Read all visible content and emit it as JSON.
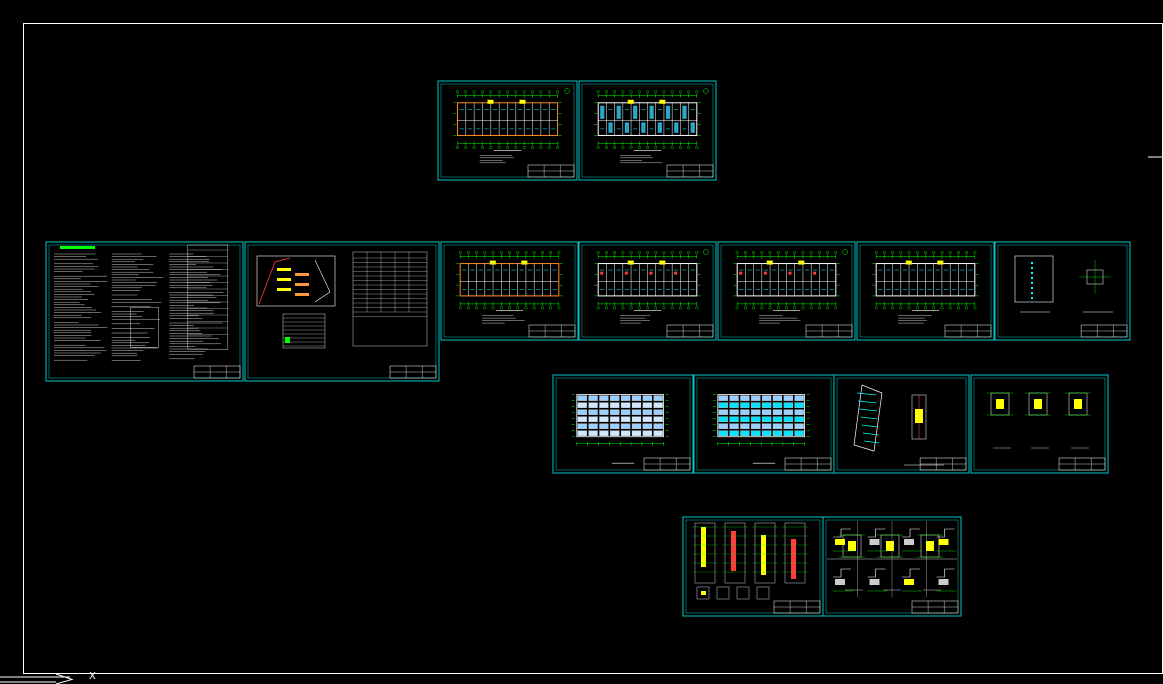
{
  "viewport": {
    "background": "#000000",
    "frame_color": "#ffffff",
    "sheet_border_color": "#00c8c8",
    "ucs_x_label": "X"
  },
  "colors": {
    "cyan": "#00ffff",
    "green": "#00ff00",
    "yellow": "#ffff00",
    "red": "#ff3b3b",
    "magenta": "#ff00ff",
    "white": "#ffffff"
  },
  "sheets": [
    {
      "id": "sheet-floor-plan-top-1",
      "kind": "floor-plan"
    },
    {
      "id": "sheet-floor-plan-top-2",
      "kind": "floor-plan"
    },
    {
      "id": "sheet-design-notes",
      "kind": "notes"
    },
    {
      "id": "sheet-site-plan",
      "kind": "site-plan"
    },
    {
      "id": "sheet-floor-plan-1",
      "kind": "floor-plan"
    },
    {
      "id": "sheet-floor-plan-2",
      "kind": "floor-plan"
    },
    {
      "id": "sheet-floor-plan-3",
      "kind": "floor-plan"
    },
    {
      "id": "sheet-floor-plan-4",
      "kind": "floor-plan"
    },
    {
      "id": "sheet-stair-details",
      "kind": "details"
    },
    {
      "id": "sheet-elevation-1",
      "kind": "elevation"
    },
    {
      "id": "sheet-elevation-2",
      "kind": "elevation"
    },
    {
      "id": "sheet-section",
      "kind": "section"
    },
    {
      "id": "sheet-node-details",
      "kind": "details"
    },
    {
      "id": "sheet-wall-sections",
      "kind": "wall-section"
    },
    {
      "id": "sheet-construction-details",
      "kind": "details"
    }
  ]
}
